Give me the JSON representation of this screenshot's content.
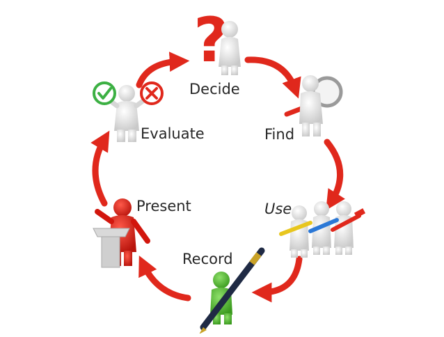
{
  "diagram": {
    "type": "cycle",
    "steps": [
      {
        "id": "decide",
        "label": "Decide",
        "icon": "question-mark-thinker-icon"
      },
      {
        "id": "find",
        "label": "Find",
        "icon": "magnifying-glass-icon"
      },
      {
        "id": "use",
        "label": "Use",
        "icon": "tools-team-icon"
      },
      {
        "id": "record",
        "label": "Record",
        "icon": "pen-writer-icon"
      },
      {
        "id": "present",
        "label": "Present",
        "icon": "podium-speaker-icon"
      },
      {
        "id": "evaluate",
        "label": "Evaluate",
        "icon": "check-cross-icon"
      }
    ],
    "colors": {
      "arrow": "#e0281c",
      "figure": "#e6e6e6",
      "presenter": "#dd1c12",
      "writer": "#4fba2c",
      "check": "#3cb043",
      "cross": "#e0281c",
      "text": "#262626"
    }
  }
}
